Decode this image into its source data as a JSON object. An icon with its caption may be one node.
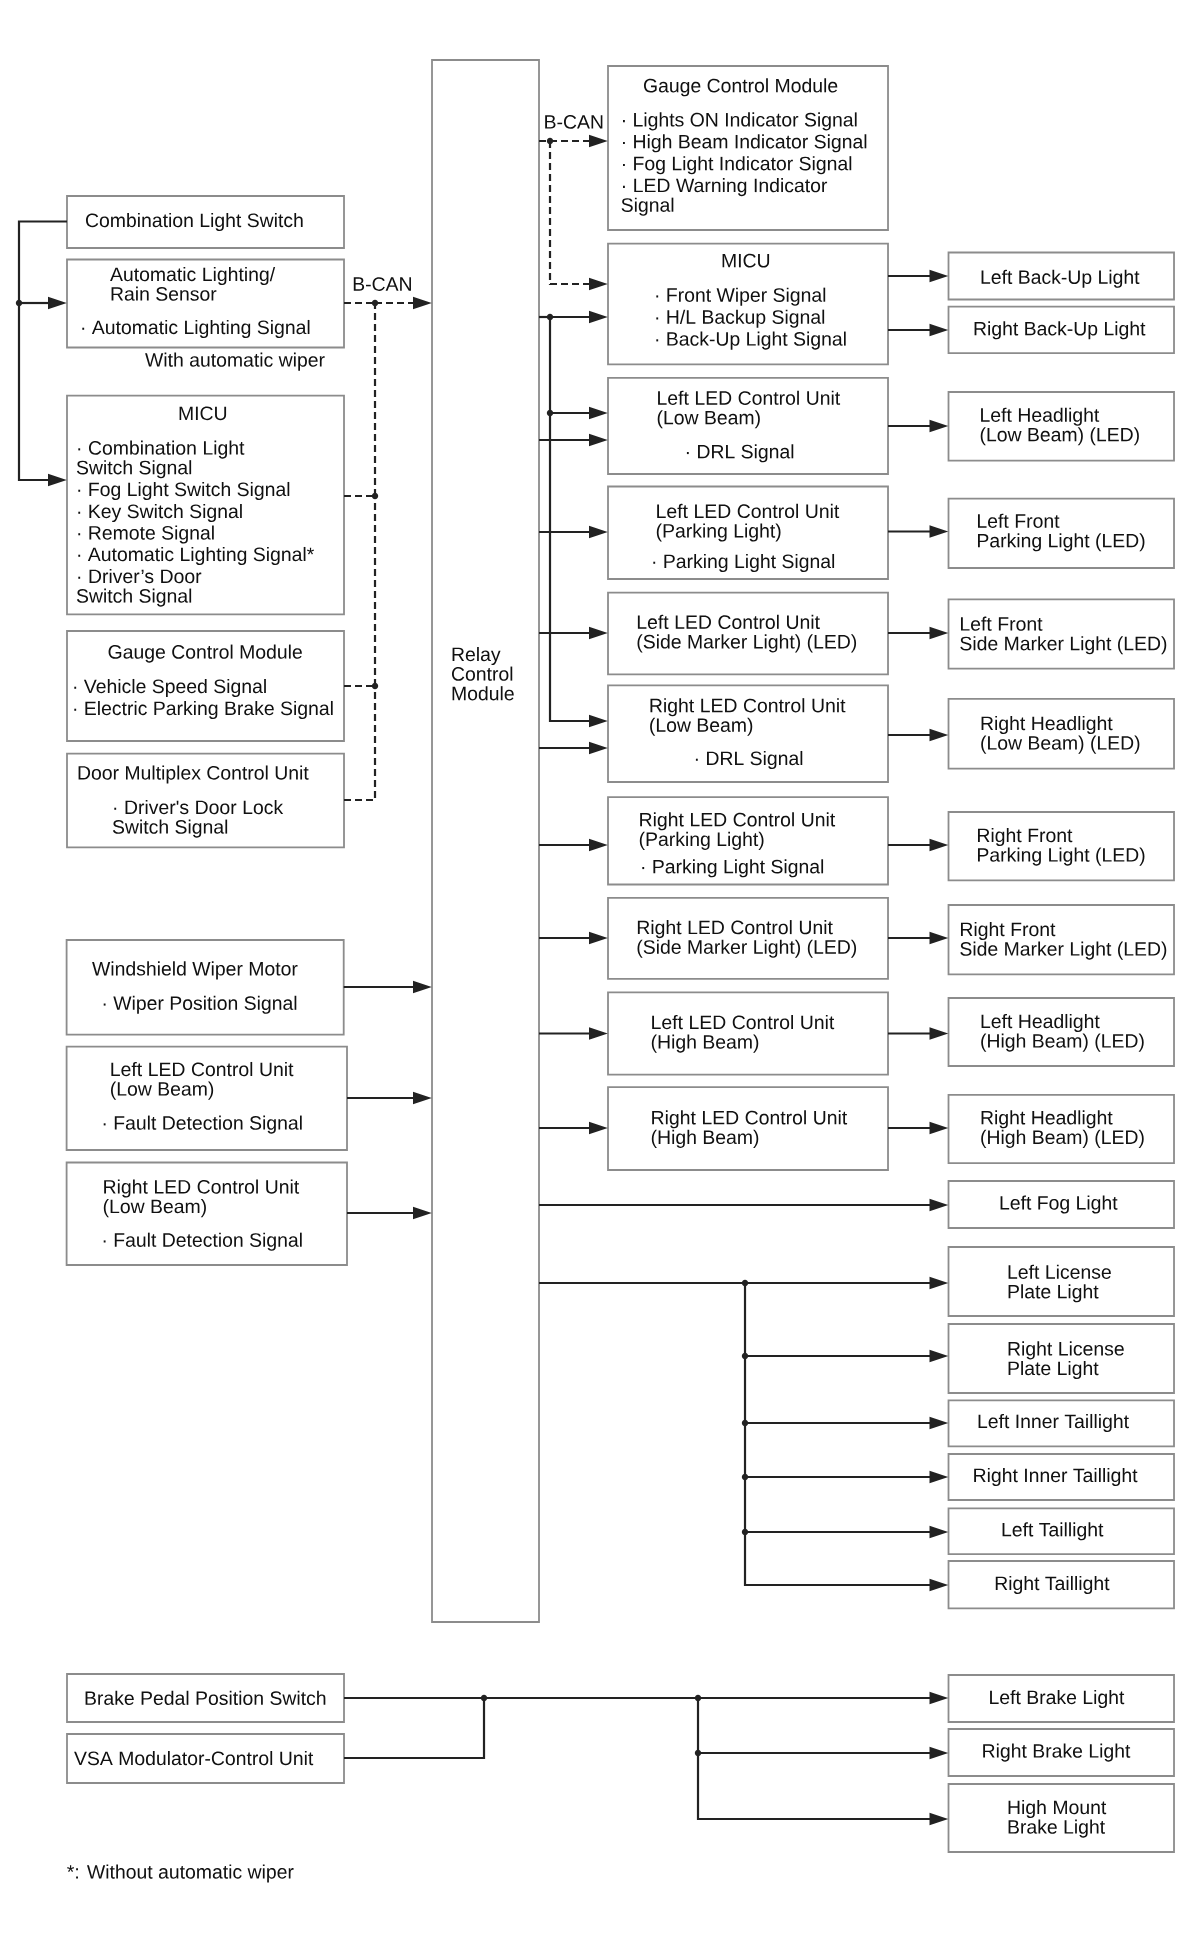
{
  "diagram": {
    "nodes": [
      {
        "text": [
          "Combination Light Switch"
        ]
      },
      {
        "text": [
          "Automatic Lighting/ Rain Sensor",
          "· Automatic Lighting Signal"
        ],
        "beside": [
          "With automatic wiper"
        ]
      },
      {
        "text": [
          "MICU",
          "· Combination Light Switch Signal",
          "· Fog Light Switch Signal",
          "· Key Switch Signal",
          "· Remote Signal",
          "· Automatic Lighting Signal*",
          "· Driver’s Door Switch Signal"
        ]
      },
      {
        "text": [
          "Gauge Control Module",
          "· Vehicle Speed Signal",
          "· Electric Parking Brake Signal"
        ]
      },
      {
        "text": [
          "Door Multiplex Control Unit",
          "· Driver's Door Lock Switch Signal"
        ]
      },
      {
        "text": [
          "Windshield Wiper Motor",
          "· Wiper Position Signal"
        ]
      },
      {
        "text": [
          "Left LED Control Unit (Low Beam)",
          "· Fault Detection Signal"
        ]
      },
      {
        "text": [
          "Right LED Control Unit (Low Beam)",
          "· Fault Detection Signal"
        ]
      },
      {
        "text": [
          "Brake Pedal Position Switch"
        ]
      },
      {
        "text": [
          "VSA Modulator-Control Unit"
        ]
      },
      {
        "text": [
          "Relay Control Module"
        ]
      },
      {
        "text": [
          "Gauge Control Module",
          "· Lights ON Indicator Signal",
          "· High Beam Indicator Signal",
          "· Fog Light Indicator Signal",
          "· LED Warning Indicator Signal"
        ]
      },
      {
        "text": [
          "MICU",
          "· Front Wiper Signal",
          "· H/L Backup Signal",
          "· Back-Up Light Signal"
        ]
      },
      {
        "text": [
          "Left LED Control Unit (Low Beam)",
          "· DRL Signal"
        ]
      },
      {
        "text": [
          "Left LED Control Unit (Parking Light)",
          "· Parking Light Signal"
        ]
      },
      {
        "text": [
          "Left LED Control Unit (Side Marker Light) (LED)"
        ]
      },
      {
        "text": [
          "Right LED Control Unit (Low Beam)",
          "· DRL Signal"
        ]
      },
      {
        "text": [
          "Right LED Control Unit (Parking Light)",
          "· Parking Light Signal"
        ]
      },
      {
        "text": [
          "Right LED Control Unit (Side Marker Light) (LED)"
        ]
      },
      {
        "text": [
          "Left LED Control Unit (High Beam)"
        ]
      },
      {
        "text": [
          "Right LED Control Unit (High Beam)"
        ]
      },
      {
        "text": [
          "Left Back-Up Light"
        ]
      },
      {
        "text": [
          "Right Back-Up Light"
        ]
      },
      {
        "text": [
          "Left Headlight (Low Beam) (LED)"
        ]
      },
      {
        "text": [
          "Left Front Parking Light (LED)"
        ]
      },
      {
        "text": [
          "Left Front Side Marker Light (LED)"
        ]
      },
      {
        "text": [
          "Right Headlight (Low Beam) (LED)"
        ]
      },
      {
        "text": [
          "Right Front Parking Light (LED)"
        ]
      },
      {
        "text": [
          "Right Front Side Marker Light (LED)"
        ]
      },
      {
        "text": [
          "Left Headlight (High Beam) (LED)"
        ]
      },
      {
        "text": [
          "Right Headlight (High Beam) (LED)"
        ]
      },
      {
        "text": [
          "Left Fog Light"
        ]
      },
      {
        "text": [
          "Left License Plate Light"
        ]
      },
      {
        "text": [
          "Right License Plate Light"
        ]
      },
      {
        "text": [
          "Left Inner Taillight"
        ]
      },
      {
        "text": [
          "Right Inner Taillight"
        ]
      },
      {
        "text": [
          "Left Taillight"
        ]
      },
      {
        "text": [
          "Right Taillight"
        ]
      },
      {
        "text": [
          "Left Brake Light"
        ]
      },
      {
        "text": [
          "Right Brake Light"
        ]
      },
      {
        "text": [
          "High Mount Brake Light"
        ]
      }
    ],
    "edges": [
      {
        "from": 0,
        "to": 1,
        "arrow": "to"
      },
      {
        "from": 0,
        "to": 2,
        "arrow": "to"
      },
      {
        "from": 1,
        "to": 10,
        "arrow": "to",
        "style": "dashed",
        "label": "B-CAN"
      },
      {
        "from": 2,
        "to": 10,
        "arrow": "to",
        "style": "dashed"
      },
      {
        "from": 3,
        "to": 10,
        "arrow": "to",
        "style": "dashed"
      },
      {
        "from": 4,
        "to": 10,
        "arrow": "to",
        "style": "dashed"
      },
      {
        "from": 5,
        "to": 10,
        "arrow": "to"
      },
      {
        "from": 6,
        "to": 10,
        "arrow": "to"
      },
      {
        "from": 7,
        "to": 10,
        "arrow": "to"
      },
      {
        "from": 10,
        "to": 11,
        "arrow": "to",
        "style": "dashed",
        "label": "B-CAN"
      },
      {
        "from": 10,
        "to": 12,
        "arrow": "to",
        "style": "dashed"
      },
      {
        "from": 10,
        "to": 12,
        "arrow": "to"
      },
      {
        "from": 10,
        "to": 13,
        "arrow": "to"
      },
      {
        "from": 10,
        "to": 16,
        "arrow": "to"
      },
      {
        "from": 10,
        "to": 13,
        "arrow": "to"
      },
      {
        "from": 10,
        "to": 14,
        "arrow": "to"
      },
      {
        "from": 10,
        "to": 15,
        "arrow": "to"
      },
      {
        "from": 10,
        "to": 16,
        "arrow": "to"
      },
      {
        "from": 10,
        "to": 17,
        "arrow": "to"
      },
      {
        "from": 10,
        "to": 18,
        "arrow": "to"
      },
      {
        "from": 10,
        "to": 19,
        "arrow": "to"
      },
      {
        "from": 10,
        "to": 20,
        "arrow": "to"
      },
      {
        "from": 10,
        "to": 31,
        "arrow": "to"
      },
      {
        "from": 10,
        "to": 32,
        "arrow": "to"
      },
      {
        "from": 10,
        "to": 33,
        "arrow": "to"
      },
      {
        "from": 10,
        "to": 34,
        "arrow": "to"
      },
      {
        "from": 10,
        "to": 35,
        "arrow": "to"
      },
      {
        "from": 10,
        "to": 36,
        "arrow": "to"
      },
      {
        "from": 10,
        "to": 37,
        "arrow": "to"
      },
      {
        "from": 12,
        "to": 21,
        "arrow": "to"
      },
      {
        "from": 12,
        "to": 22,
        "arrow": "to"
      },
      {
        "from": 13,
        "to": 23,
        "arrow": "to"
      },
      {
        "from": 14,
        "to": 24,
        "arrow": "to"
      },
      {
        "from": 15,
        "to": 25,
        "arrow": "to"
      },
      {
        "from": 16,
        "to": 26,
        "arrow": "to"
      },
      {
        "from": 17,
        "to": 27,
        "arrow": "to"
      },
      {
        "from": 18,
        "to": 28,
        "arrow": "to"
      },
      {
        "from": 19,
        "to": 29,
        "arrow": "to"
      },
      {
        "from": 20,
        "to": 30,
        "arrow": "to"
      },
      {
        "from": 8,
        "to": 38,
        "arrow": "to"
      },
      {
        "from": 8,
        "to": 39,
        "arrow": "to"
      },
      {
        "from": 8,
        "to": 40,
        "arrow": "to"
      },
      {
        "from": 9,
        "to": 38,
        "arrow": "to"
      },
      {
        "from": 9,
        "to": 39,
        "arrow": "to"
      },
      {
        "from": 9,
        "to": 40,
        "arrow": "to"
      }
    ],
    "labels": [
      "*: Without automatic wiper"
    ]
  }
}
